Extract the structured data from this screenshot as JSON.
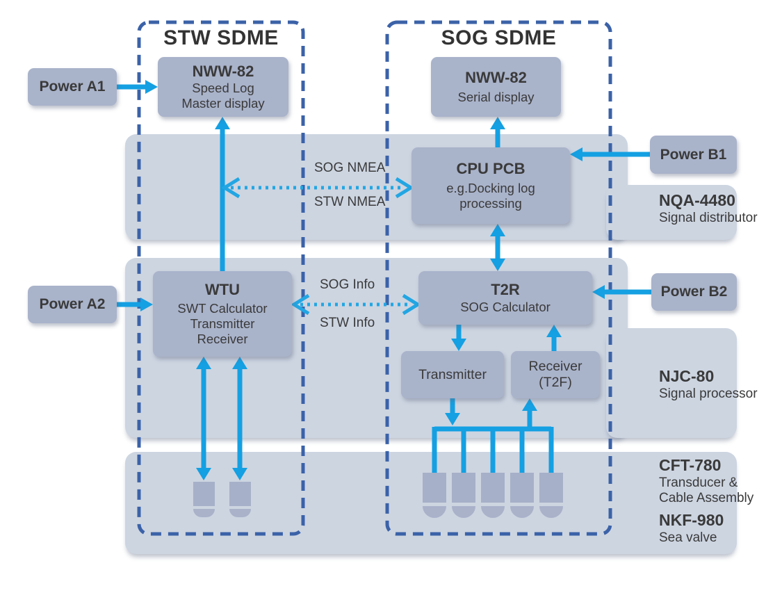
{
  "colors": {
    "band": "#cdd5e1",
    "node_fill": "#a9b3ca",
    "arrow_blue": "#14a0e2",
    "dotted_arrow_blue": "#22a6e3",
    "group_border_blue": "#3b62a8",
    "text": "#3a3a3a"
  },
  "groups": {
    "stw": {
      "title": "STW SDME"
    },
    "sog": {
      "title": "SOG SDME"
    }
  },
  "power": {
    "a1": "Power A1",
    "a2": "Power A2",
    "b1": "Power B1",
    "b2": "Power B2"
  },
  "nodes": {
    "nww82_master": {
      "title": "NWW-82",
      "line1": "Speed Log",
      "line2": "Master display"
    },
    "nww82_serial": {
      "title": "NWW-82",
      "line1": "Serial display"
    },
    "cpu_pcb": {
      "title": "CPU PCB",
      "line1": "e.g.Docking log",
      "line2": "processing"
    },
    "wtu": {
      "title": "WTU",
      "line1": "SWT Calculator",
      "line2": "Transmitter",
      "line3": "Receiver"
    },
    "t2r": {
      "title": "T2R",
      "line1": "SOG Calculator"
    },
    "transmitter": {
      "title": "Transmitter"
    },
    "receiver": {
      "line1": "Receiver",
      "line2": "(T2F)"
    }
  },
  "links": {
    "sog_nmea": "SOG NMEA",
    "stw_nmea": "STW NMEA",
    "sog_info": "SOG Info",
    "stw_info": "STW Info"
  },
  "side_panels": {
    "nqa": {
      "model": "NQA-4480",
      "desc": "Signal distributor"
    },
    "njc": {
      "model": "NJC-80",
      "desc": "Signal processor"
    },
    "cft": {
      "model": "CFT-780",
      "desc_line1": "Transducer &",
      "desc_line2": "Cable Assembly"
    },
    "nkf": {
      "model": "NKF-980",
      "desc": "Sea valve"
    }
  }
}
